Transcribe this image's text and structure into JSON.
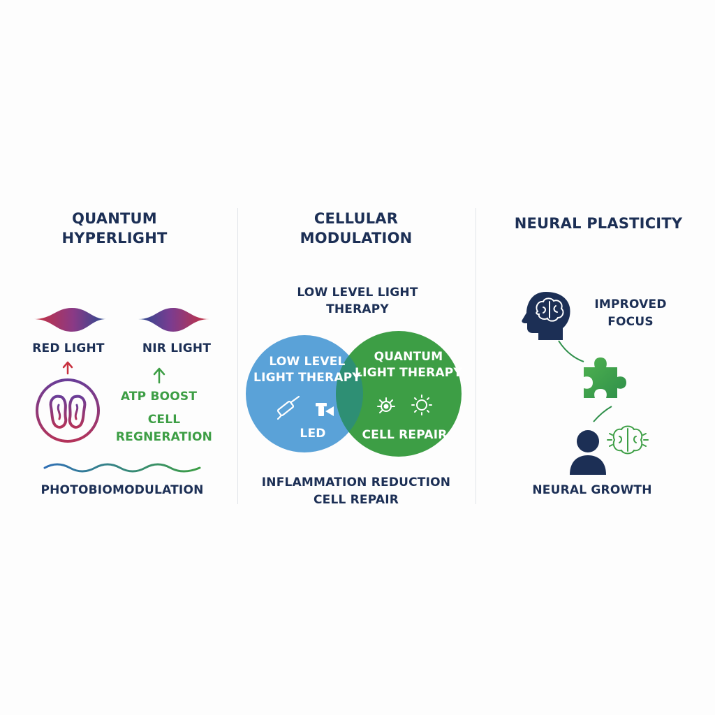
{
  "columns": {
    "quantum": {
      "title_line1": "QUANTUM",
      "title_line2": "HYPERLIGHT",
      "red_light": "RED LIGHT",
      "nir_light": "NIR LIGHT",
      "atp_boost": "ATP BOOST",
      "cell_line1": "CELL",
      "cell_line2": "REGNERATION",
      "footer": "PHOTOBIOMODULATION"
    },
    "cellular": {
      "title_line1": "CELLULAR",
      "title_line2": "MODULATION",
      "top_line1": "LOW LEVEL LIGHT",
      "top_line2": "THERAPY",
      "left_circle_line1": "LOW LEVEL",
      "left_circle_line2": "LIGHT THERAPY",
      "left_circle_caption": "LED",
      "right_circle_line1": "QUANTUM",
      "right_circle_line2": "LIGHT THERAPY",
      "right_circle_caption": "CELL REPAIR",
      "footer_line1": "INFLAMMATION REDUCTION",
      "footer_line2": "CELL REPAIR"
    },
    "neural": {
      "title": "NEURAL PLASTICITY",
      "focus_line1": "IMPROVED",
      "focus_line2": "FOCUS",
      "footer": "NEURAL GROWTH"
    }
  },
  "colors": {
    "navy": "#1c2f55",
    "red": "#c8313f",
    "purple": "#6a3d97",
    "green": "#3d9e45",
    "blue": "#5aa2d8",
    "teal": "#2e8f74"
  },
  "icons": [
    "mitochondria-icon",
    "laser-pen-icon",
    "led-emitter-icon",
    "target-icon",
    "sun-icon",
    "brain-head-icon",
    "puzzle-piece-icon",
    "person-icon",
    "brain-icon"
  ]
}
